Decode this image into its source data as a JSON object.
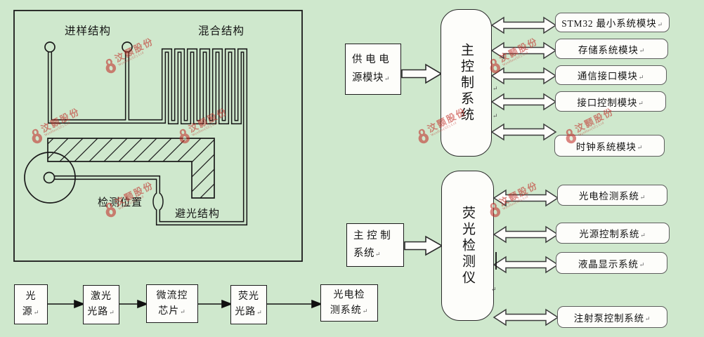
{
  "watermark": {
    "brand": "汶颢股份",
    "sub": "WenHao(SZ).Ltd",
    "color": "#c2302a"
  },
  "chip_diagram": {
    "labels": {
      "inlet": "进样结构",
      "mixer": "混合结构",
      "detection": "检测位置",
      "light_shield": "避光结构"
    }
  },
  "mcu_diagram": {
    "power_box": {
      "line1": "供 电 电",
      "line2": "源模块"
    },
    "hub": "主控制系统",
    "modules": [
      {
        "label": "STM32 最小系统模块"
      },
      {
        "label": "存储系统模块"
      },
      {
        "label": "通信接口模块"
      },
      {
        "label": "接口控制模块"
      },
      {
        "label": "时钟系统模块"
      }
    ]
  },
  "detector_diagram": {
    "control_box": {
      "line1": "主 控 制",
      "line2": "系统"
    },
    "hub": "荧光检测仪",
    "modules": [
      {
        "label": "光电检测系统"
      },
      {
        "label": "光源控制系统"
      },
      {
        "label": "液晶显示系统"
      },
      {
        "label": "注射泵控制系统"
      }
    ]
  },
  "optical_flow": {
    "steps": [
      {
        "line1": "光",
        "line2": "源"
      },
      {
        "line1": "激光",
        "line2": "光路"
      },
      {
        "line1": "微流控",
        "line2": "芯片"
      },
      {
        "line1": "荧光",
        "line2": "光路"
      },
      {
        "line1": "光电检",
        "line2": "测系统"
      }
    ]
  },
  "artifacts": {
    "return_mark": "↵"
  }
}
